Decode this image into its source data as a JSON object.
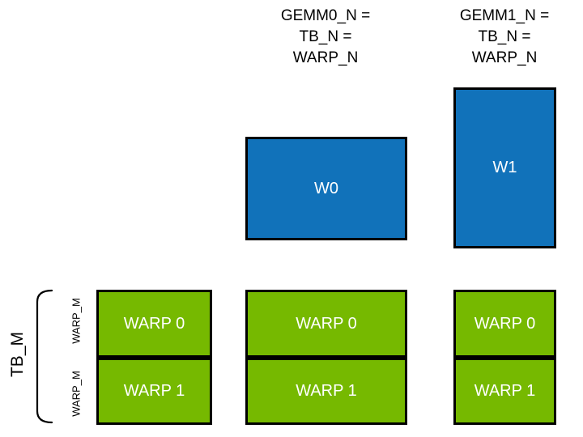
{
  "headers": [
    {
      "text": "GEMM0_N =\nTB_N =\nWARP_N"
    },
    {
      "text": "GEMM1_N =\nTB_N =\nWARP_N"
    }
  ],
  "warp_tiles": [
    {
      "label": "W0"
    },
    {
      "label": "W1"
    }
  ],
  "thread_block_grid": {
    "columns": [
      {
        "rows": [
          {
            "label": "WARP 0"
          },
          {
            "label": "WARP 1"
          }
        ]
      },
      {
        "rows": [
          {
            "label": "WARP 0"
          },
          {
            "label": "WARP 1"
          }
        ]
      },
      {
        "rows": [
          {
            "label": "WARP 0"
          },
          {
            "label": "WARP 1"
          }
        ]
      }
    ]
  },
  "axis_labels": {
    "tb_m": "TB_M",
    "warp_m_top": "WARP_M",
    "warp_m_bottom": "WARP_M"
  },
  "colors": {
    "blue": "#1172ba",
    "green": "#76b900",
    "border": "#000000",
    "text_dark": "#000000",
    "text_light": "#ffffff"
  }
}
